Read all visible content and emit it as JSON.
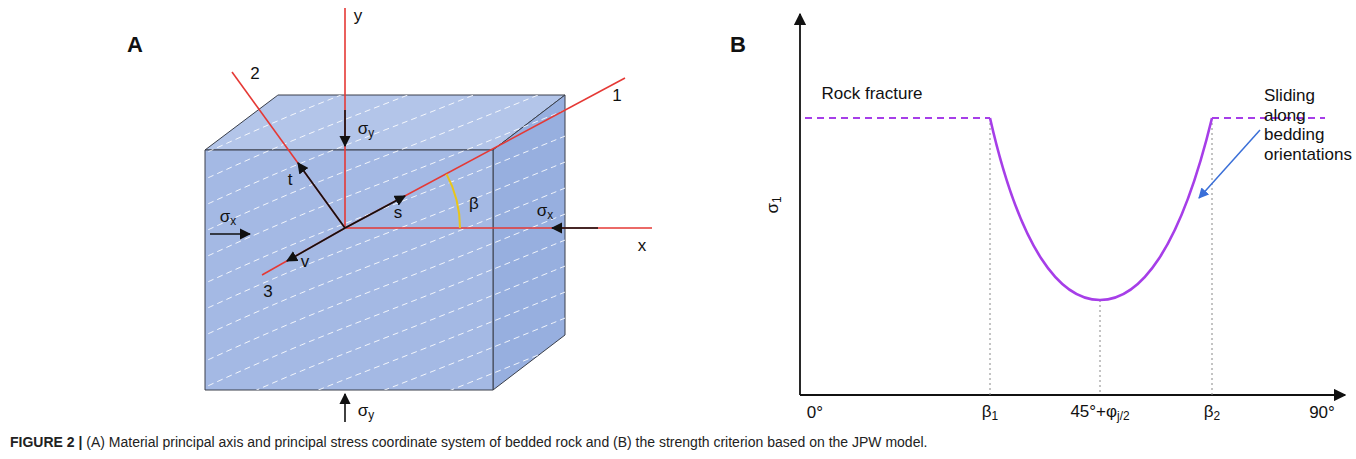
{
  "diagram": {
    "caption": "FIGURE 2 | (A) Material principal axis and principal stress coordinate system of bedded rock and (B) the strength criterion based on the JPW model.",
    "labels": [
      "A",
      "y",
      "2",
      "1",
      "σy",
      "t",
      "s",
      "β",
      "σx",
      "σx",
      "x",
      "v",
      "3",
      "σy",
      "B",
      "Rock fracture",
      "σ1",
      "Sliding along bedding orientations",
      "0°",
      "β1",
      "45°+φj/2",
      "β2",
      "90°"
    ]
  }
}
